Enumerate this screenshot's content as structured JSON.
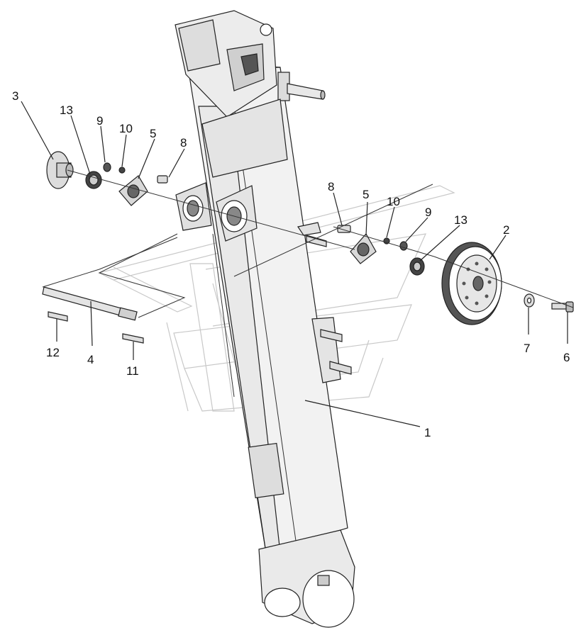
{
  "diagram": {
    "callouts": {
      "p1": "1",
      "p2": "2",
      "p3": "3",
      "p4": "4",
      "p5_left": "5",
      "p5_right": "5",
      "p6": "6",
      "p7": "7",
      "p8_left": "8",
      "p8_right": "8",
      "p9_left": "9",
      "p9_right": "9",
      "p10_left": "10",
      "p10_right": "10",
      "p11": "11",
      "p12": "12",
      "p13_left": "13",
      "p13_right": "13"
    },
    "colors": {
      "line": "#222222",
      "part_fill": "#e6e6e6",
      "dark_fill": "#555555",
      "watermark": "#c8c8c8"
    }
  }
}
